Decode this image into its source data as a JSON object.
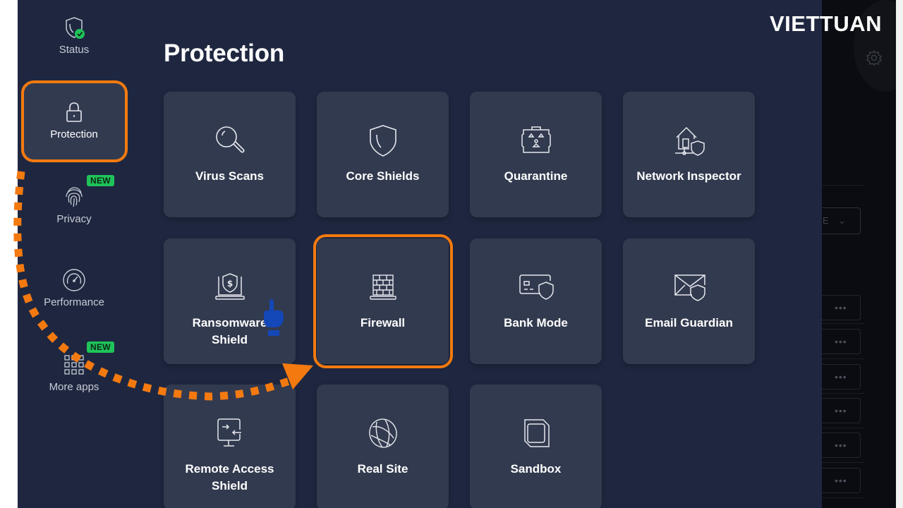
{
  "brand": {
    "logo_text": "VIETTUAN"
  },
  "sidebar": {
    "items": [
      {
        "label": "Status",
        "icon": "shield-check-icon",
        "badge": null,
        "active": false
      },
      {
        "label": "Protection",
        "icon": "lock-icon",
        "badge": null,
        "active": true
      },
      {
        "label": "Privacy",
        "icon": "fingerprint-icon",
        "badge": "NEW",
        "active": false
      },
      {
        "label": "Performance",
        "icon": "speedometer-icon",
        "badge": null,
        "active": false
      },
      {
        "label": "More apps",
        "icon": "apps-grid-icon",
        "badge": "NEW",
        "active": false
      }
    ]
  },
  "main": {
    "title": "Protection",
    "tiles": [
      {
        "label": "Virus Scans",
        "icon": "magnifier-icon"
      },
      {
        "label": "Core Shields",
        "icon": "shield-icon"
      },
      {
        "label": "Quarantine",
        "icon": "quarantine-case-icon"
      },
      {
        "label": "Network Inspector",
        "icon": "house-shield-icon"
      },
      {
        "label": "Ransomware Shield",
        "icon": "laptop-dollar-shield-icon"
      },
      {
        "label": "Firewall",
        "icon": "brick-wall-icon",
        "highlighted": true
      },
      {
        "label": "Bank Mode",
        "icon": "card-shield-icon"
      },
      {
        "label": "Email Guardian",
        "icon": "envelope-shield-icon"
      },
      {
        "label": "Remote Access Shield",
        "icon": "monitor-arrows-icon"
      },
      {
        "label": "Real Site",
        "icon": "globe-icon"
      },
      {
        "label": "Sandbox",
        "icon": "sandbox-box-icon"
      }
    ]
  },
  "right_panel": {
    "select_partial_text": "E",
    "row_action": "•••",
    "row_count": 6
  },
  "annotation": {
    "highlight_color": "#f47a10",
    "badge_color": "#1fc35a",
    "pointer_color": "#1447b8"
  }
}
